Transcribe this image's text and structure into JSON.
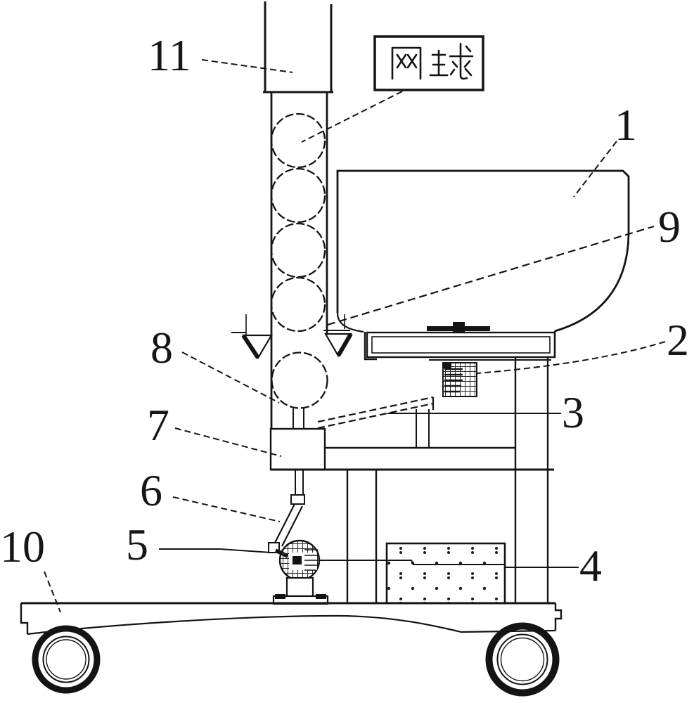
{
  "figure": {
    "kind": "patent line drawing",
    "subject": "tennis ball serving machine side view",
    "background_color": "#ffffff",
    "line_color": "#141414"
  },
  "label_box": {
    "text": "网球"
  },
  "labels": {
    "l1": "1",
    "l2": "2",
    "l3": "3",
    "l4": "4",
    "l5": "5",
    "l6": "6",
    "l7": "7",
    "l8": "8",
    "l9": "9",
    "l10": "10",
    "l11": "11"
  }
}
